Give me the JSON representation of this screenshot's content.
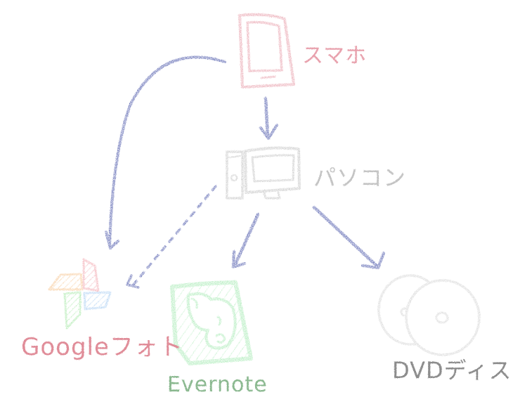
{
  "diagram": {
    "style": "hand-drawn crayon",
    "nodes": {
      "smartphone": {
        "label": "スマホ",
        "icon": "smartphone-icon",
        "color": "#e8a0ac"
      },
      "pc": {
        "label": "パソコン",
        "icon": "desktop-computer-icon",
        "color": "#c4c4c4"
      },
      "google_photos": {
        "label": "Googleフォト",
        "icon": "google-photos-pinwheel-icon",
        "color": "#e08c98"
      },
      "evernote": {
        "label": "Evernote",
        "icon": "evernote-elephant-icon",
        "color": "#8ab88f"
      },
      "dvd": {
        "label": "DVDディスク",
        "icon": "dvd-discs-icon",
        "color": "#8c8c8c"
      }
    },
    "edges": [
      {
        "from": "smartphone",
        "to": "pc",
        "style": "solid"
      },
      {
        "from": "smartphone",
        "to": "google_photos",
        "style": "solid-curved"
      },
      {
        "from": "pc",
        "to": "google_photos",
        "style": "dashed"
      },
      {
        "from": "pc",
        "to": "evernote",
        "style": "solid"
      },
      {
        "from": "pc",
        "to": "dvd",
        "style": "solid"
      }
    ],
    "colors": {
      "arrow": "#4a55a8",
      "phone": "#e8a0ac",
      "pc": "#c4c4c4",
      "gphoto_orange": "#f7c48f",
      "gphoto_red": "#f2a5ad",
      "gphoto_green": "#a8e8a8",
      "gphoto_blue": "#a8cdf2",
      "gphoto_text": "#e08c98",
      "evernote_icon": "#a8eab5",
      "evernote_text": "#8ab88f",
      "dvd_icon": "#d6d6d6",
      "dvd_text": "#8c8c8c"
    }
  }
}
